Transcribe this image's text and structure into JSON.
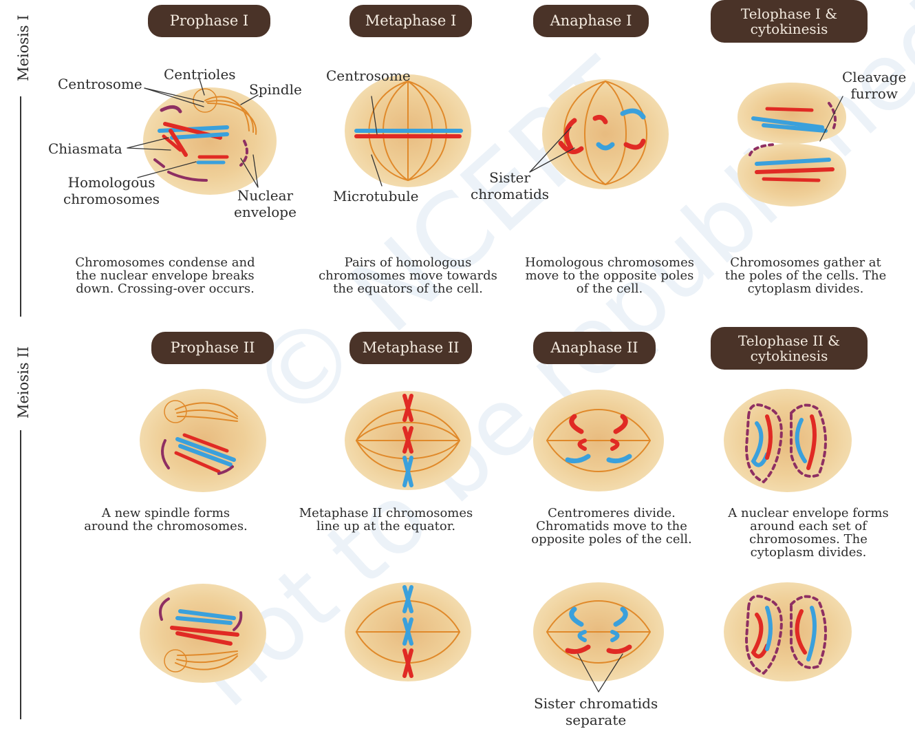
{
  "sections": {
    "meiosis1": "Meiosis I",
    "meiosis2": "Meiosis II"
  },
  "phases": {
    "pro1": "Prophase I",
    "meta1": "Metaphase I",
    "ana1": "Anaphase I",
    "telo1": "Telophase I &\ncytokinesis",
    "pro2": "Prophase II",
    "meta2": "Metaphase II",
    "ana2": "Anaphase II",
    "telo2": "Telophase II &\ncytokinesis"
  },
  "labels": {
    "centrosome1": "Centrosome",
    "centrioles": "Centrioles",
    "spindle": "Spindle",
    "chiasmata": "Chiasmata",
    "homologous": "Homologous\nchromosomes",
    "nuclear_envelope": "Nuclear\nenvelope",
    "centrosome2": "Centrosome",
    "microtubule": "Microtubule",
    "sister_chromatids": "Sister\nchromatids",
    "cleavage": "Cleavage\nfurrow",
    "sister_separate": "Sister chromatids\nseparate"
  },
  "captions": {
    "pro1": "Chromosomes condense and\nthe nuclear envelope breaks\ndown. Crossing-over occurs.",
    "meta1": "Pairs of homologous\nchromosomes move towards\nthe equators of the cell.",
    "ana1": "Homologous chromosomes\nmove to the opposite poles\nof the cell.",
    "telo1": "Chromosomes gather at\nthe poles of the cells. The\ncytoplasm divides.",
    "pro2": "A new spindle forms\naround the chromosomes.",
    "meta2": "Metaphase II chromosomes\nline up at the equator.",
    "ana2": "Centromeres divide.\nChromatids move to the\nopposite poles of the cell.",
    "telo2": "A nuclear envelope forms\naround each set of\nchromosomes. The\ncytoplasm divides."
  },
  "watermark": {
    "line1": "© NCERT",
    "line2": "not to be republished"
  },
  "colors": {
    "pill_bg": "#4a3328",
    "cell_fill": "#f0d5a0",
    "cell_core": "#e9c389",
    "spindle": "#e0892a",
    "chrom_red": "#e02a24",
    "chrom_blue": "#3aa0dc",
    "envelope": "#8e2f62"
  }
}
